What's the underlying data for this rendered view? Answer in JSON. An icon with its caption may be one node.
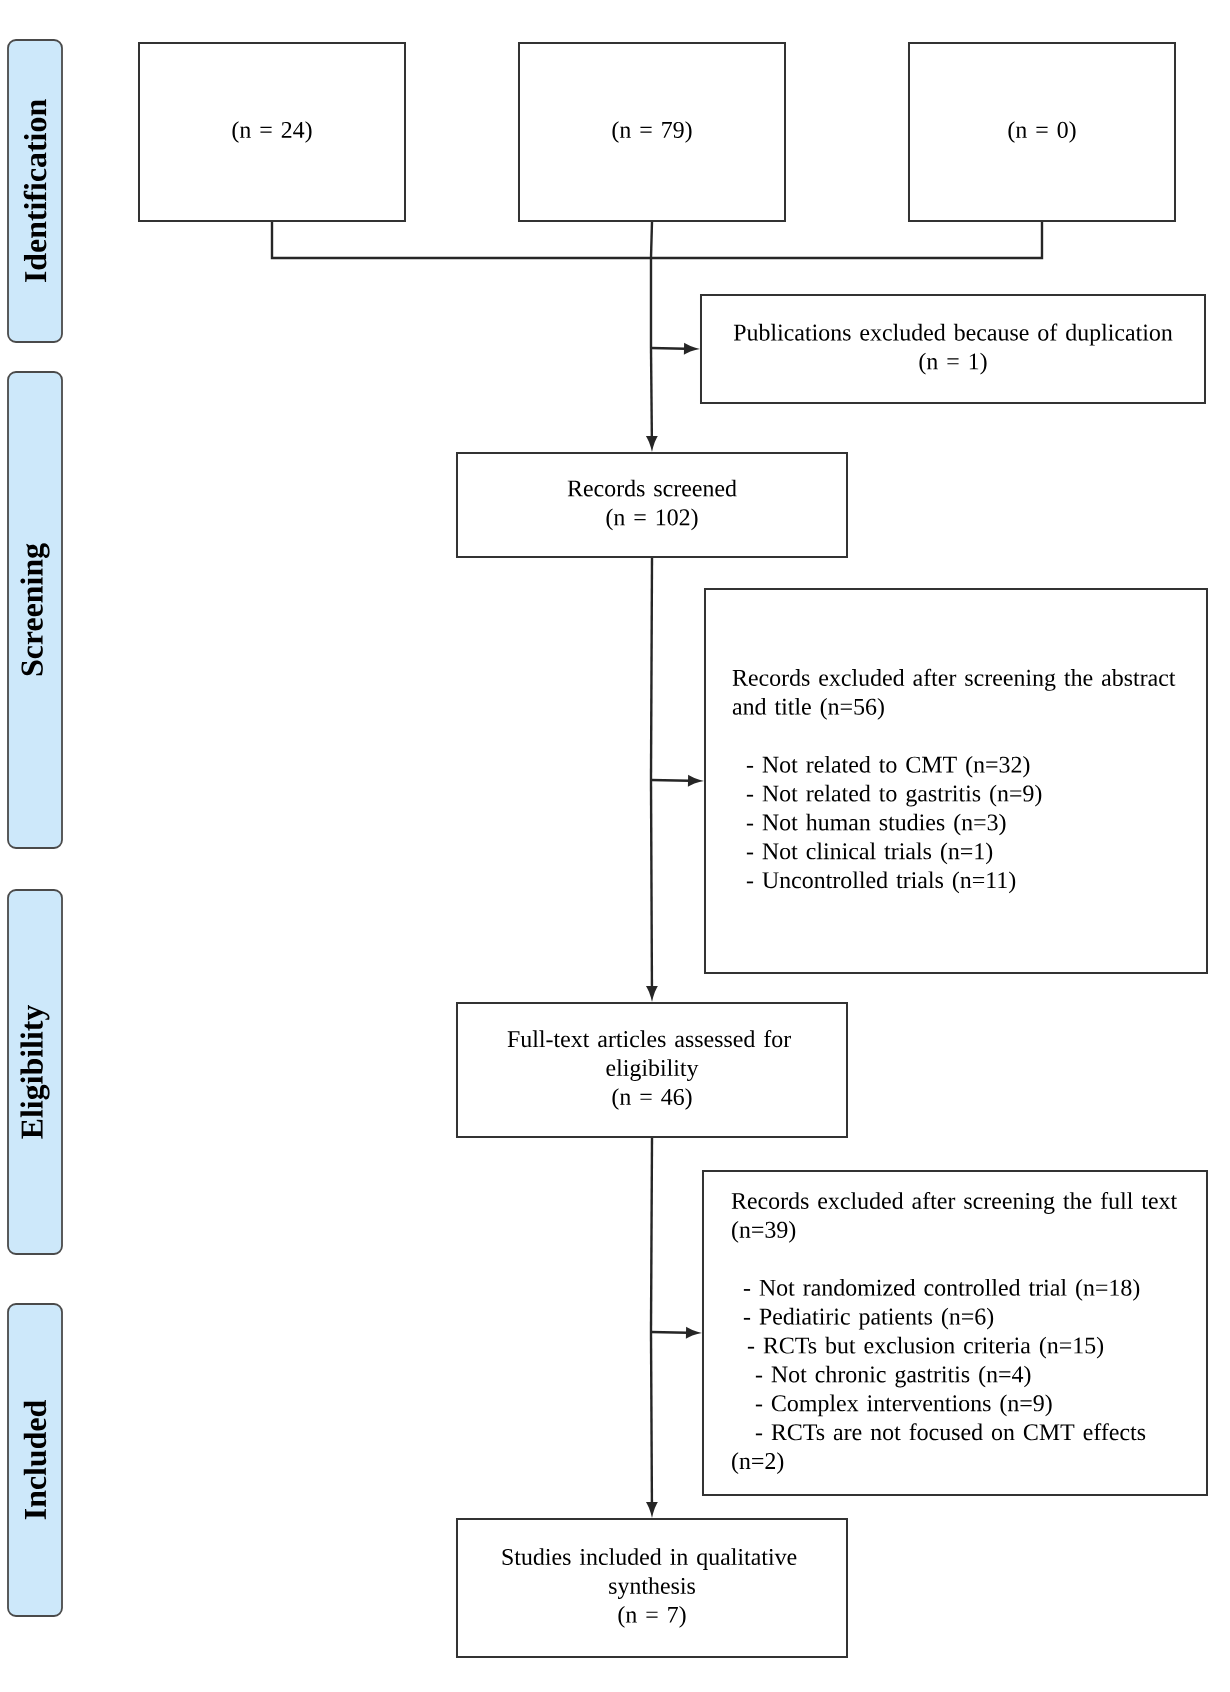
{
  "diagram": {
    "nodes": [
      {
        "text": [
          "Identification"
        ]
      },
      {
        "text": [
          "Screening"
        ]
      },
      {
        "text": [
          "Eligibility"
        ]
      },
      {
        "text": [
          "Included"
        ]
      },
      {
        "text": [
          "(n = 24)"
        ]
      },
      {
        "text": [
          "(n = 79)"
        ]
      },
      {
        "text": [
          "(n = 0)"
        ]
      },
      {
        "text": [
          "Publications excluded because of duplication",
          "(n = 1)"
        ]
      },
      {
        "text": [
          "Records screened",
          "(n = 102)"
        ]
      },
      {
        "text": [
          "Records excluded after screening the abstract and title (n=56)",
          "- Not related to CMT (n=32)",
          "- Not related to gastritis (n=9)",
          "- Not human studies (n=3)",
          "- Not clinical trials (n=1)",
          "- Uncontrolled trials (n=11)"
        ]
      },
      {
        "text": [
          "Full-text articles assessed for eligibility",
          "(n = 46)"
        ]
      },
      {
        "text": [
          "Records excluded after screening the full text (n=39)",
          "- Not randomized controlled trial (n=18)",
          "- Pediatiric patients (n=6)",
          "- RCTs but exclusion criteria (n=15)",
          "- Not chronic gastritis (n=4)",
          "- Complex interventions (n=9)",
          "- RCTs are not focused on CMT effects (n=2)"
        ]
      },
      {
        "text": [
          "Studies included in qualitative synthesis",
          "(n = 7)"
        ]
      }
    ],
    "edges": [
      {
        "from": 4,
        "to": 7,
        "arrow": "to"
      },
      {
        "from": 5,
        "to": 7,
        "arrow": "to"
      },
      {
        "from": 6,
        "to": 7,
        "arrow": "to"
      },
      {
        "from": 4,
        "to": 8,
        "arrow": "to"
      },
      {
        "from": 5,
        "to": 8,
        "arrow": "to"
      },
      {
        "from": 6,
        "to": 8,
        "arrow": "to"
      },
      {
        "from": 8,
        "to": 9,
        "arrow": "to"
      },
      {
        "from": 8,
        "to": 10,
        "arrow": "to"
      },
      {
        "from": 10,
        "to": 11,
        "arrow": "to"
      },
      {
        "from": 10,
        "to": 12,
        "arrow": "to"
      }
    ]
  }
}
